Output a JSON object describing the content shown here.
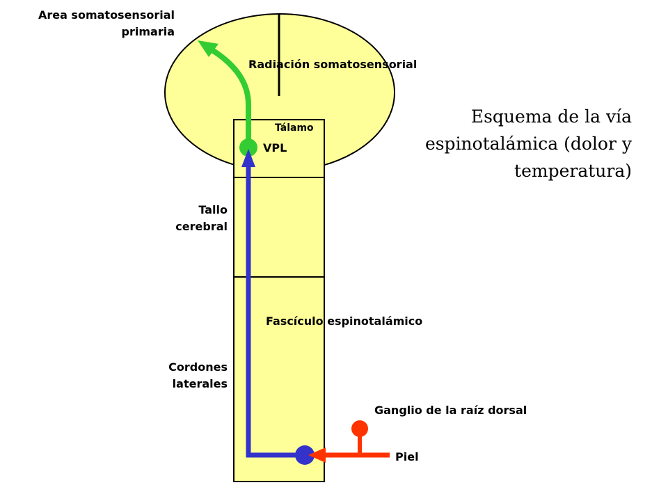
{
  "title_lines": [
    "Esquema de la vía",
    "espinotalámica (dolor y",
    "temperatura)"
  ],
  "labels": {
    "area_line1": "Area somatosensorial",
    "area_line2": "primaria",
    "radiacion": "Radiación somatosensorial",
    "talamo": "Tálamo",
    "vpl": "VPL",
    "tallo_line1": "Tallo",
    "tallo_line2": "cerebral",
    "fasciculo": "Fascículo espinotalámico",
    "cordones_line1": "Cordones",
    "cordones_line2": "laterales",
    "ganglio": "Ganglio de la raíz dorsal",
    "piel": "Piel"
  },
  "colors": {
    "fill": "#FFFF99",
    "outline": "#000000",
    "green_pathway": "#33CC33",
    "blue_pathway": "#3333CC",
    "red_pathway": "#FF3300"
  }
}
